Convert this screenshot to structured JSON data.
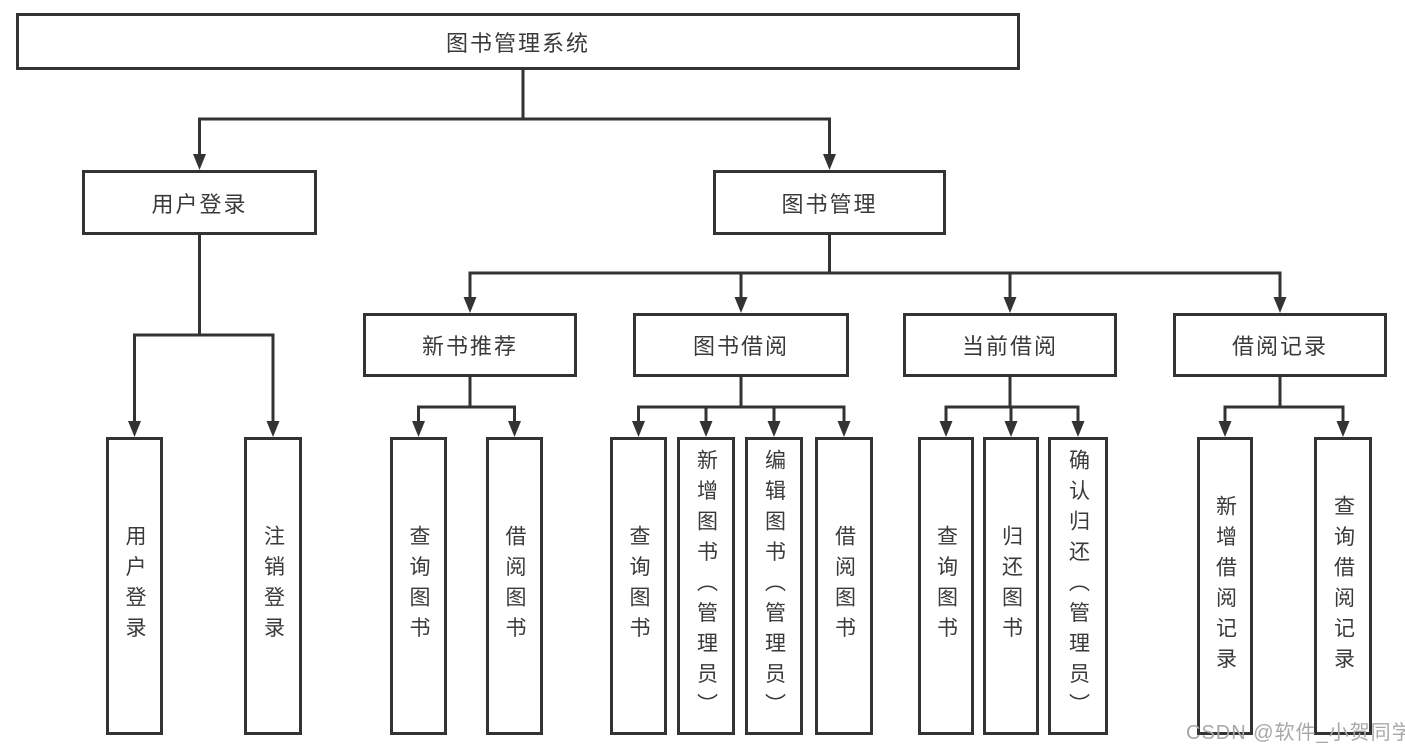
{
  "diagram_title": "图书管理系统",
  "colors": {
    "line": "#333333",
    "box_border": "#333333",
    "text": "#3a3a3a",
    "background": "#ffffff",
    "watermark": "#a8a8a8"
  },
  "nodes": {
    "root": {
      "label": "图书管理系统"
    },
    "level2": [
      {
        "label": "用户登录"
      },
      {
        "label": "图书管理"
      }
    ],
    "level3": [
      {
        "label": "新书推荐",
        "parent": "图书管理"
      },
      {
        "label": "图书借阅",
        "parent": "图书管理"
      },
      {
        "label": "当前借阅",
        "parent": "图书管理"
      },
      {
        "label": "借阅记录",
        "parent": "图书管理"
      }
    ],
    "leaves": [
      {
        "label": "用户登录",
        "parent": "用户登录"
      },
      {
        "label": "注销登录",
        "parent": "用户登录"
      },
      {
        "label": "查询图书",
        "parent": "新书推荐"
      },
      {
        "label": "借阅图书",
        "parent": "新书推荐"
      },
      {
        "label": "查询图书",
        "parent": "图书借阅"
      },
      {
        "label": "新增图书（管理员）",
        "parent": "图书借阅"
      },
      {
        "label": "编辑图书（管理员）",
        "parent": "图书借阅"
      },
      {
        "label": "借阅图书",
        "parent": "图书借阅"
      },
      {
        "label": "查询图书",
        "parent": "当前借阅"
      },
      {
        "label": "归还图书",
        "parent": "当前借阅"
      },
      {
        "label": "确认归还（管理员）",
        "parent": "当前借阅"
      },
      {
        "label": "新增借阅记录",
        "parent": "借阅记录"
      },
      {
        "label": "查询借阅记录",
        "parent": "借阅记录"
      }
    ]
  },
  "watermark": {
    "text": "CSDN @软件_小贺同学"
  }
}
